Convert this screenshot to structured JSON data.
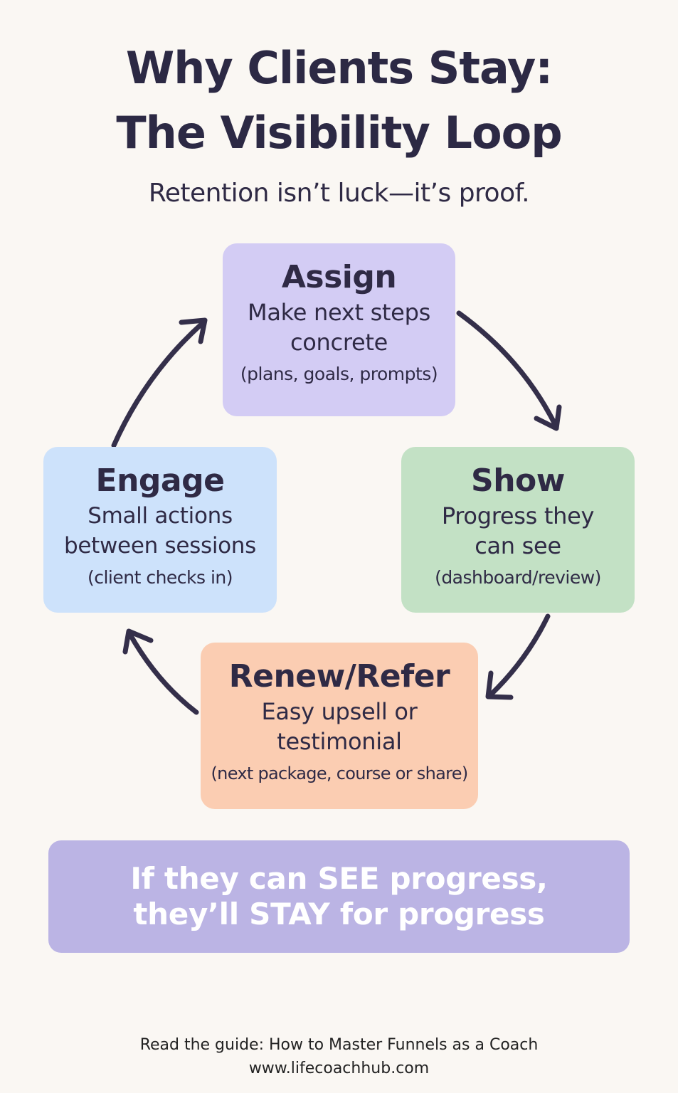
{
  "header": {
    "title_line1": "Why Clients Stay:",
    "title_line2": "The Visibility Loop",
    "subtitle": "Retention isn’t luck—it’s proof."
  },
  "steps": {
    "assign": {
      "name": "Assign",
      "desc_line1": "Make next steps",
      "desc_line2": "concrete",
      "note": "(plans, goals, prompts)",
      "color": "#d3ccf4"
    },
    "show": {
      "name": "Show",
      "desc_line1": "Progress they",
      "desc_line2": "can see",
      "note": "(dashboard/review)",
      "color": "#c3e1c5"
    },
    "renew": {
      "name": "Renew/Refer",
      "desc_line1": "Easy upsell or",
      "desc_line2": "testimonial",
      "note": "(next package, course or share)",
      "color": "#fbcdb2"
    },
    "engage": {
      "name": "Engage",
      "desc_line1": "Small actions",
      "desc_line2": "between sessions",
      "note": "(client checks in)",
      "color": "#cde2fb"
    }
  },
  "banner": {
    "line1": "If they can SEE progress,",
    "line2": "they’ll STAY for progress",
    "color": "#bbb4e4"
  },
  "footer": {
    "guide": "Read the guide: How to Master Funnels as a Coach",
    "url": "www.lifecoachhub.com"
  },
  "colors": {
    "background": "#faf7f3",
    "text": "#2f2a45",
    "arrow": "#342f4a"
  }
}
